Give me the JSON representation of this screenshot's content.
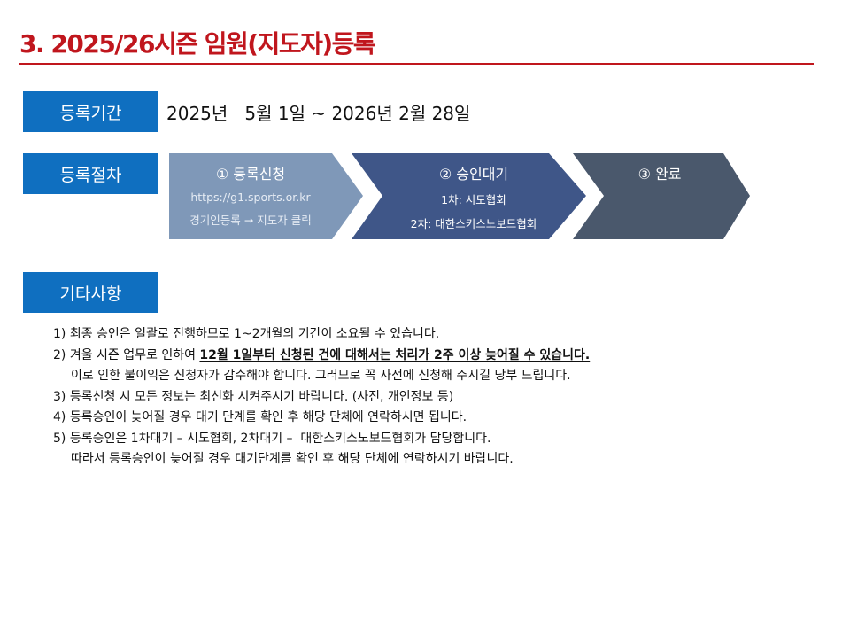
{
  "title": "3. 2025/26시즌 임원(지도자)등록",
  "period": {
    "label": "등록기간",
    "value": "2025년   5월 1일 ~ 2026년 2월 28일"
  },
  "procedure": {
    "label": "등록절차",
    "steps": [
      {
        "title": "① 등록신청",
        "lines": [
          "https://g1.sports.or.kr",
          "경기인등록 → 지도자 클릭"
        ],
        "color": "#7f98b8"
      },
      {
        "title": "② 승인대기",
        "lines": [
          "1차: 시도협회",
          "2차: 대한스키스노보드협회"
        ],
        "color": "#3f5688"
      },
      {
        "title": "③ 완료",
        "lines": [],
        "color": "#4a586c"
      }
    ]
  },
  "notes": {
    "label": "기타사항",
    "items": [
      "1) 최종 승인은 일괄로 진행하므로 1~2개월의 기간이 소요될 수 있습니다.",
      "2) 겨울 시즌 업무로 인하여 ",
      "12월 1일부터 신청된 건에 대해서는 처리가 2주 이상 늦어질 수 있습니다.",
      "이로 인한 불이익은 신청자가 감수해야 합니다. 그러므로 꼭 사전에 신청해 주시길 당부 드립니다.",
      "3) 등록신청 시 모든 정보는 최신화 시켜주시기 바랍니다. (사진, 개인정보 등)",
      "4) 등록승인이 늦어질 경우 대기 단계를 확인 후 해당 단체에 연락하시면 됩니다.",
      "5) 등록승인은 1차대기 – 시도협회, 2차대기 –  대한스키스노보드협회가 담당합니다.",
      "따라서 등록승인이 늦어질 경우 대기단계를 확인 후 해당 단체에 연락하시기 바랍니다."
    ]
  }
}
